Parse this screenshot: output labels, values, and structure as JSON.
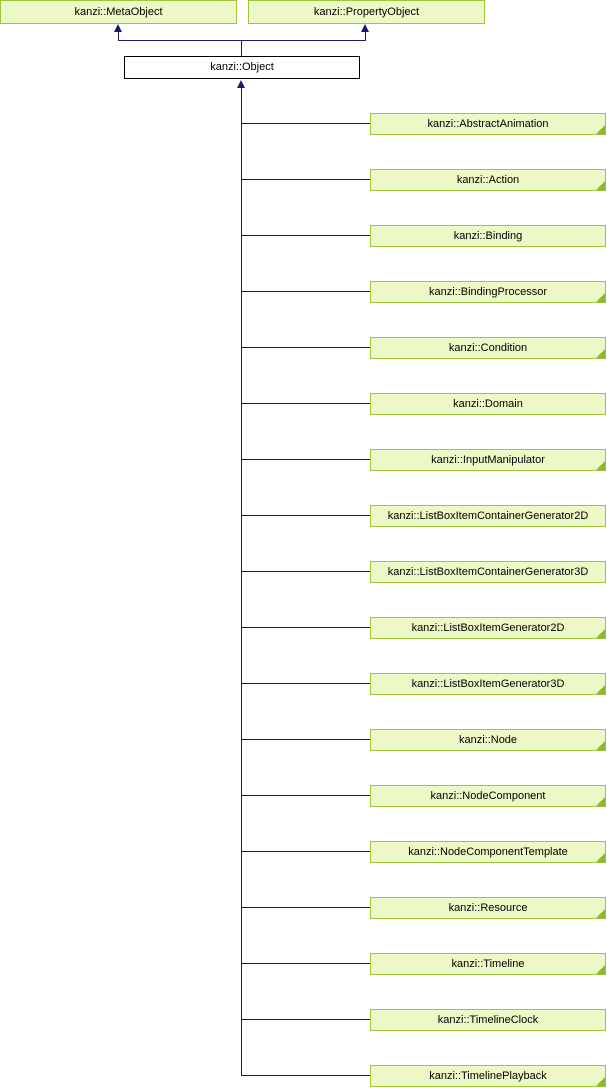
{
  "diagram": {
    "type": "class-inheritance-diagram",
    "colors": {
      "node_fill": "#ecf9c6",
      "node_border": "#9cc63b",
      "fold_marker": "#8ab82e",
      "edge": "#191970",
      "root_fill": "#ffffff",
      "root_border": "#000000",
      "text": "#000000"
    },
    "base_classes": [
      {
        "label": "kanzi::MetaObject"
      },
      {
        "label": "kanzi::PropertyObject"
      }
    ],
    "root": {
      "label": "kanzi::Object"
    },
    "derived": [
      {
        "label": "kanzi::AbstractAnimation",
        "has_children": true
      },
      {
        "label": "kanzi::Action",
        "has_children": true
      },
      {
        "label": "kanzi::Binding",
        "has_children": false
      },
      {
        "label": "kanzi::BindingProcessor",
        "has_children": true
      },
      {
        "label": "kanzi::Condition",
        "has_children": true
      },
      {
        "label": "kanzi::Domain",
        "has_children": false
      },
      {
        "label": "kanzi::InputManipulator",
        "has_children": true
      },
      {
        "label": "kanzi::ListBoxItemContainerGenerator2D",
        "has_children": false
      },
      {
        "label": "kanzi::ListBoxItemContainerGenerator3D",
        "has_children": false
      },
      {
        "label": "kanzi::ListBoxItemGenerator2D",
        "has_children": true
      },
      {
        "label": "kanzi::ListBoxItemGenerator3D",
        "has_children": true
      },
      {
        "label": "kanzi::Node",
        "has_children": true
      },
      {
        "label": "kanzi::NodeComponent",
        "has_children": true
      },
      {
        "label": "kanzi::NodeComponentTemplate",
        "has_children": true
      },
      {
        "label": "kanzi::Resource",
        "has_children": true
      },
      {
        "label": "kanzi::Timeline",
        "has_children": true
      },
      {
        "label": "kanzi::TimelineClock",
        "has_children": false
      },
      {
        "label": "kanzi::TimelinePlayback",
        "has_children": true
      }
    ]
  }
}
